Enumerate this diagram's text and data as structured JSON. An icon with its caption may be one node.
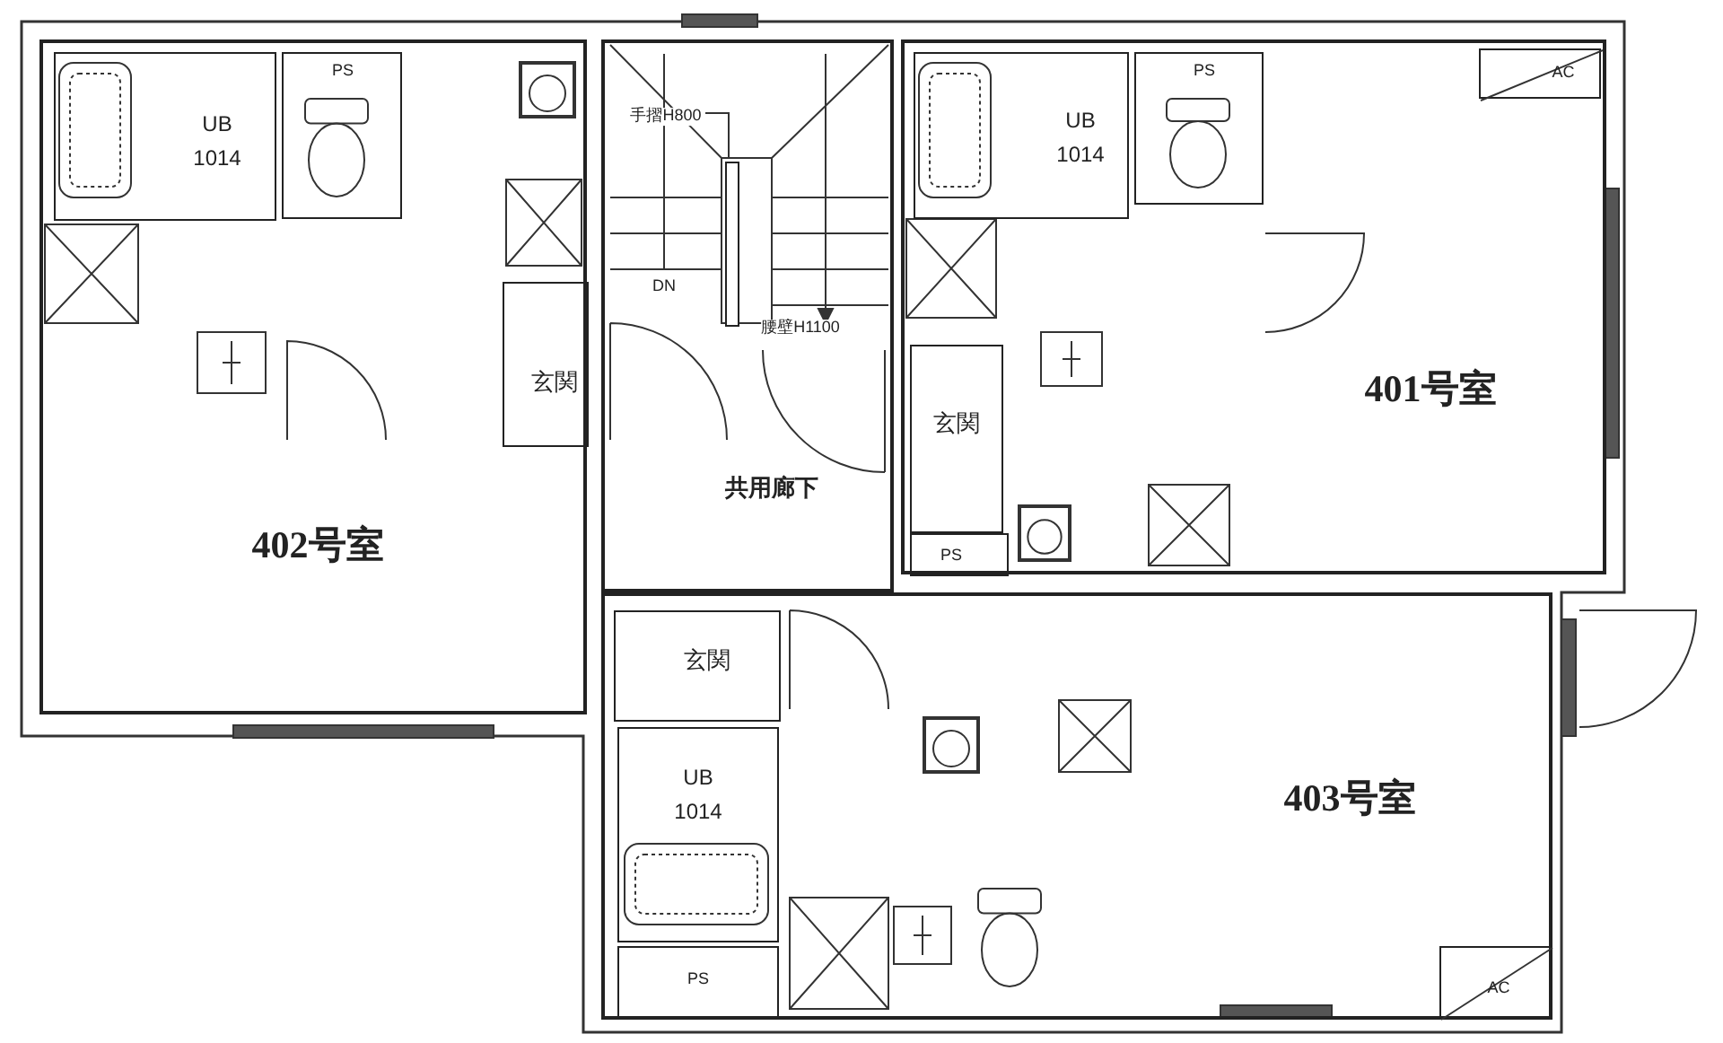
{
  "diagram": {
    "nodes": [
      {
        "text": [
          "402号室"
        ]
      },
      {
        "text": [
          "UB 1014"
        ],
        "in": 0
      },
      {
        "text": [
          "PS"
        ],
        "in": 0
      },
      {
        "text": [
          "玄関"
        ],
        "in": 0
      },
      {
        "text": [
          "共用廊下"
        ]
      },
      {
        "text": [
          "401号室"
        ]
      },
      {
        "text": [
          "UB 1014"
        ],
        "in": 5
      },
      {
        "text": [
          "PS"
        ],
        "in": 5
      },
      {
        "text": [
          "玄関"
        ],
        "in": 5
      },
      {
        "text": [
          "PS"
        ],
        "in": 5
      },
      {
        "text": [
          "AC"
        ],
        "in": 5
      },
      {
        "text": [
          "403号室"
        ]
      },
      {
        "text": [
          "玄関"
        ],
        "in": 11
      },
      {
        "text": [
          "UB 1014"
        ],
        "in": 11
      },
      {
        "text": [
          "PS"
        ],
        "in": 11
      },
      {
        "text": [
          "AC"
        ],
        "in": 11
      },
      {
        "text": [
          "手摺H800"
        ],
        "in": 4
      },
      {
        "text": [],
        "shape": "bar",
        "in": 4
      }
    ],
    "edges": [
      {
        "from": 16,
        "to": 17,
        "arrow": "none"
      }
    ],
    "labels": [
      "DN",
      "腰壁H1100"
    ]
  }
}
